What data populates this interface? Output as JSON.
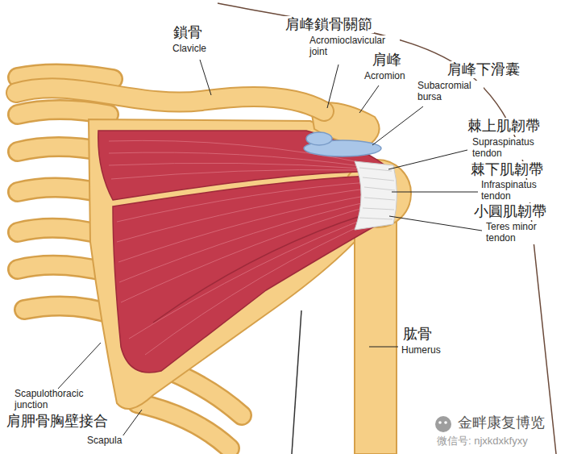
{
  "diagram": {
    "labels": [
      "鎖骨",
      "Clavicle",
      "肩峰鎖骨關節",
      "Acromioclavicular joint",
      "肩峰",
      "Acromion",
      "肩峰下滑囊",
      "Subacromial bursa",
      "棘上肌韌帶",
      "Supraspinatus tendon",
      "棘下肌韌帶",
      "Infraspinatus tendon",
      "小圓肌韌帶",
      "Teres minor tendon",
      "肱骨",
      "Humerus",
      "Scapulothoracic junction",
      "肩胛骨胸壁接合",
      "Scapula",
      "金畔康复博览",
      "微信号: njxkdxkfyxy"
    ]
  }
}
